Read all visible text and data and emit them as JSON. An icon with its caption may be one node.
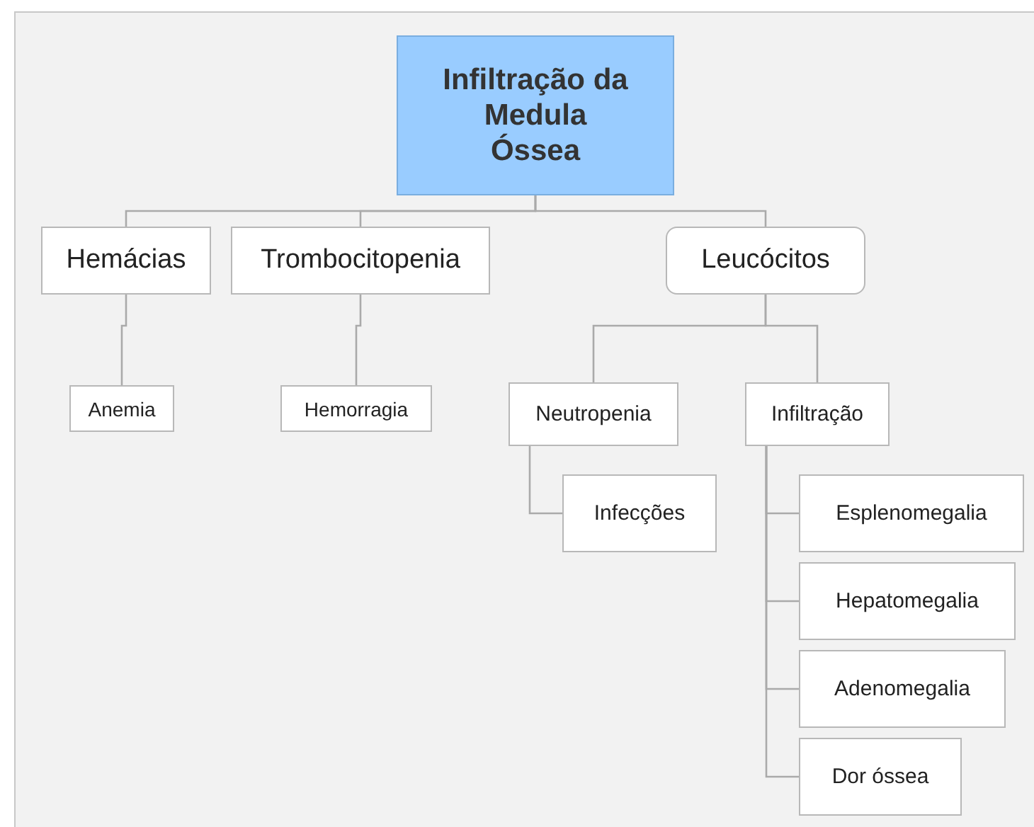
{
  "diagram": {
    "nodes": [
      {
        "text": [
          "Infiltração da Medula Óssea"
        ]
      },
      {
        "text": [
          "Hemácias"
        ]
      },
      {
        "text": [
          "Trombocitopenia"
        ]
      },
      {
        "text": [
          "Leucócitos"
        ]
      },
      {
        "text": [
          "Anemia"
        ]
      },
      {
        "text": [
          "Hemorragia"
        ]
      },
      {
        "text": [
          "Neutropenia"
        ]
      },
      {
        "text": [
          "Infecções"
        ]
      },
      {
        "text": [
          "Infiltração"
        ]
      },
      {
        "text": [
          "Esplenomegalia"
        ]
      },
      {
        "text": [
          "Hepatomegalia"
        ]
      },
      {
        "text": [
          "Adenomegalia"
        ]
      },
      {
        "text": [
          "Dor óssea"
        ]
      }
    ],
    "edges": [
      {
        "from": 0,
        "to": 1,
        "arrow": "none"
      },
      {
        "from": 0,
        "to": 2,
        "arrow": "none"
      },
      {
        "from": 0,
        "to": 3,
        "arrow": "none"
      },
      {
        "from": 1,
        "to": 4,
        "arrow": "none"
      },
      {
        "from": 2,
        "to": 5,
        "arrow": "none"
      },
      {
        "from": 3,
        "to": 6,
        "arrow": "none"
      },
      {
        "from": 3,
        "to": 8,
        "arrow": "none"
      },
      {
        "from": 6,
        "to": 7,
        "arrow": "none"
      },
      {
        "from": 8,
        "to": 9,
        "arrow": "none"
      },
      {
        "from": 8,
        "to": 10,
        "arrow": "none"
      },
      {
        "from": 8,
        "to": 11,
        "arrow": "none"
      },
      {
        "from": 8,
        "to": 12,
        "arrow": "none"
      }
    ]
  }
}
